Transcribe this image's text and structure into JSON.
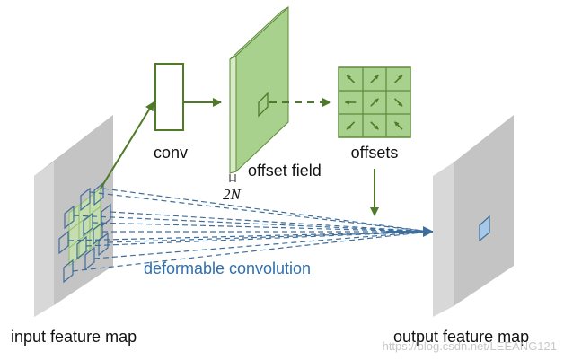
{
  "labels": {
    "conv": "conv",
    "offset_field": "offset field",
    "two_n": "2N",
    "offsets": "offsets",
    "deformable_convolution": "deformable convolution",
    "input_feature_map": "input feature map",
    "output_feature_map": "output feature map",
    "watermark": "https://blog.csdn.net/LEEANG121"
  },
  "offset_arrows": [
    "nw",
    "ne",
    "ne",
    "w",
    "ne",
    "se",
    "sw",
    "se",
    "nw"
  ],
  "colors": {
    "arrow_green": "#4f7a28",
    "field_green": "#a9d18e",
    "field_edge": "#5e8b3a",
    "dashed_blue": "#3f6e9a",
    "text_blue": "#2e6fb0",
    "map_gray": "#c8c8c8"
  }
}
